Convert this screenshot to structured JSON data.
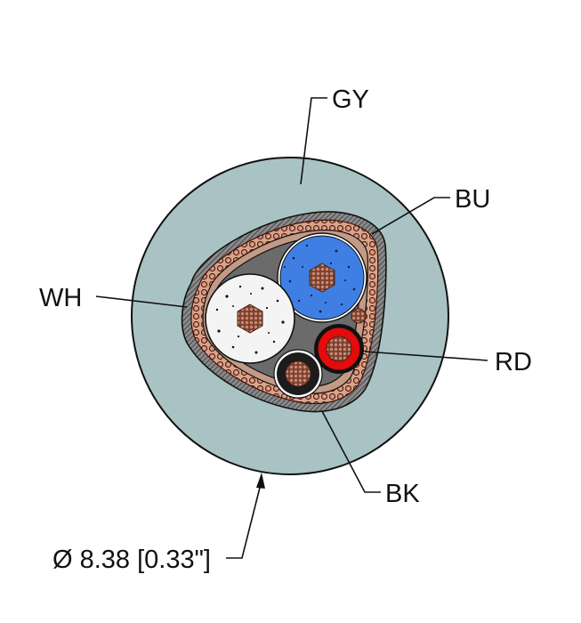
{
  "labels": {
    "jacket": "GY",
    "conductor_blue": "BU",
    "conductor_white": "WH",
    "conductor_red": "RD",
    "conductor_black": "BK"
  },
  "dimension": {
    "text": "Ø 8.38 [0.33\"]"
  },
  "colors": {
    "jacket": "#a9c3c5",
    "blue_insulation": "#3f7fe3",
    "white_insulation": "#f4f4f4",
    "red_insulation": "#e30b0b",
    "black_insulation": "#1c1c1c",
    "copper": "#b06a4c",
    "filler": "#6b6b6b"
  }
}
